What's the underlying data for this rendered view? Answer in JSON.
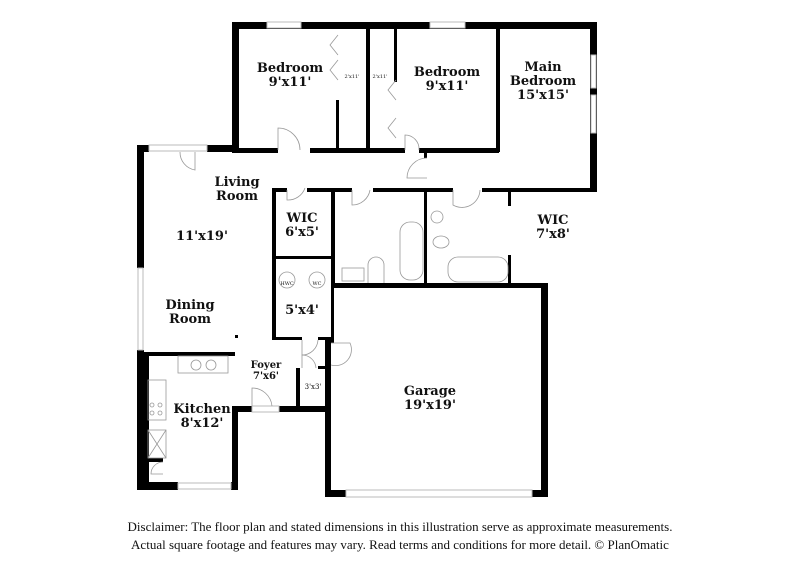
{
  "rooms": {
    "bedroom1": {
      "name": "Bedroom",
      "size": "9'x11'"
    },
    "closet1": {
      "size": "2'x11'"
    },
    "closet2": {
      "size": "2'x11'"
    },
    "bedroom2": {
      "name": "Bedroom",
      "size": "9'x11'"
    },
    "main_bedroom": {
      "name1": "Main",
      "name2": "Bedroom",
      "size": "15'x15'"
    },
    "living": {
      "name1": "Living",
      "name2": "Room",
      "size": "11'x19'"
    },
    "wic1": {
      "name": "WIC",
      "size": "6'x5'"
    },
    "wic2": {
      "name": "WIC",
      "size": "7'x8'"
    },
    "utility": {
      "hwc": "HWC",
      "wc": "WC",
      "size": "5'x4'"
    },
    "dining": {
      "name1": "Dining",
      "name2": "Room"
    },
    "foyer": {
      "name": "Foyer",
      "size": "7'x6'"
    },
    "closet3": {
      "size": "3'x3'"
    },
    "kitchen": {
      "name": "Kitchen",
      "size": "8'x12'"
    },
    "garage": {
      "name": "Garage",
      "size": "19'x19'"
    }
  },
  "disclaimer": {
    "line1": "Disclaimer: The floor plan and stated dimensions in this illustration serve as approximate measurements.",
    "line2": "Actual square footage and features may vary. Read terms and conditions for more detail. © PlanOmatic"
  },
  "colors": {
    "wall": "#000000",
    "window": "#cccccc",
    "fixture": "#999999"
  }
}
